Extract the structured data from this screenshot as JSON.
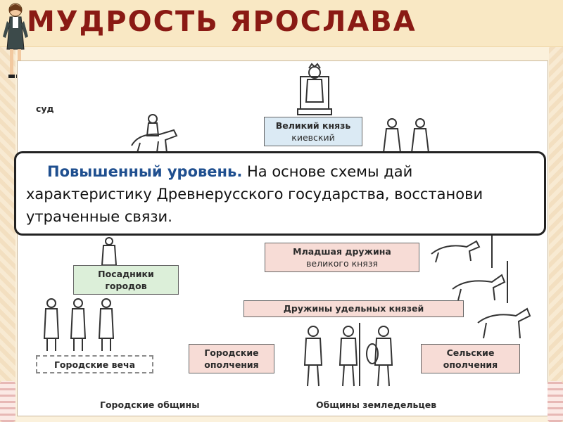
{
  "title": "МУДРОСТЬ ЯРОСЛАВА",
  "scheme": {
    "label_court": "суд",
    "grand_prince": {
      "line1": "Великий князь",
      "line2": "киевский"
    },
    "junior_guard": {
      "line1": "Младшая дружина",
      "line2": "великого князя"
    },
    "posadniki": {
      "line1": "Посадники",
      "line2": "городов"
    },
    "appanage_guard": "Дружины удельных князей",
    "city_veche": "Городские веча",
    "city_militia": {
      "line1": "Городские",
      "line2": "ополчения"
    },
    "rural_militia": {
      "line1": "Сельские",
      "line2": "ополчения"
    },
    "city_communities": "Городские общины",
    "farmer_communities": "Общины земледельцев"
  },
  "task": {
    "level": "Повышенный уровень.",
    "text": " На основе схемы дай характеристику Древнерусского государства, восстанови утраченные связи."
  }
}
